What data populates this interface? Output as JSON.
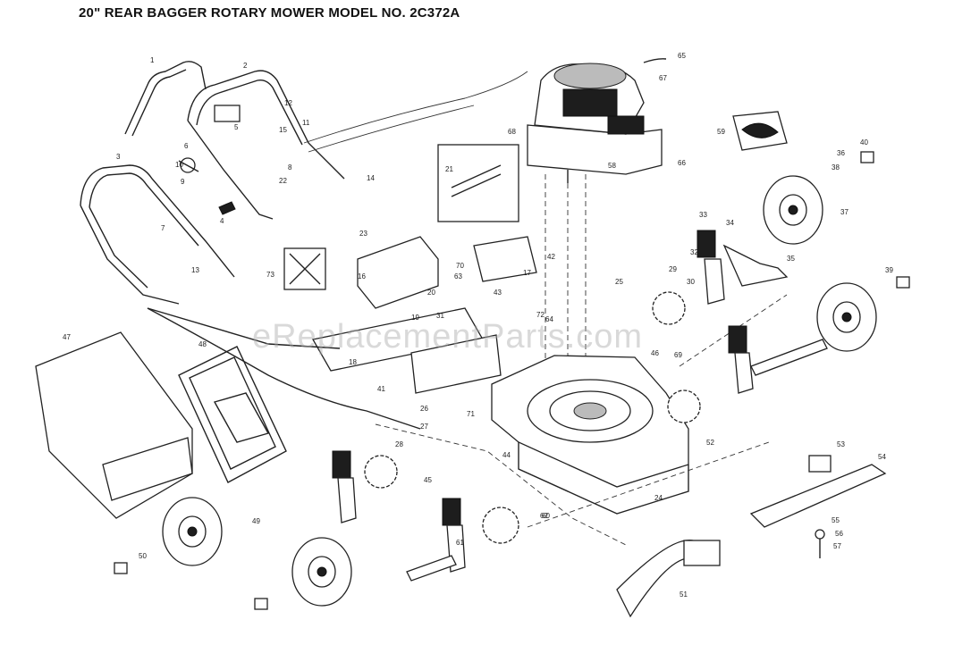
{
  "title": "20\" REAR BAGGER ROTARY MOWER MODEL NO. 2C372A",
  "watermark": "eReplacementParts.com",
  "part_labels": [
    "1",
    "2",
    "3",
    "4",
    "5",
    "6",
    "7",
    "8",
    "9",
    "10",
    "11",
    "12",
    "13",
    "14",
    "15",
    "16",
    "17",
    "18",
    "19",
    "20",
    "21",
    "22",
    "23",
    "24",
    "25",
    "26",
    "27",
    "28",
    "29",
    "30",
    "31",
    "32",
    "33",
    "34",
    "35",
    "36",
    "37",
    "38",
    "39",
    "40",
    "41",
    "42",
    "43",
    "44",
    "45",
    "46",
    "47",
    "48",
    "49",
    "50",
    "51",
    "52",
    "53",
    "54",
    "55",
    "56",
    "57",
    "58",
    "59",
    "60",
    "61",
    "62",
    "63",
    "64",
    "65",
    "66",
    "67",
    "68",
    "69",
    "70",
    "71",
    "72",
    "73"
  ]
}
